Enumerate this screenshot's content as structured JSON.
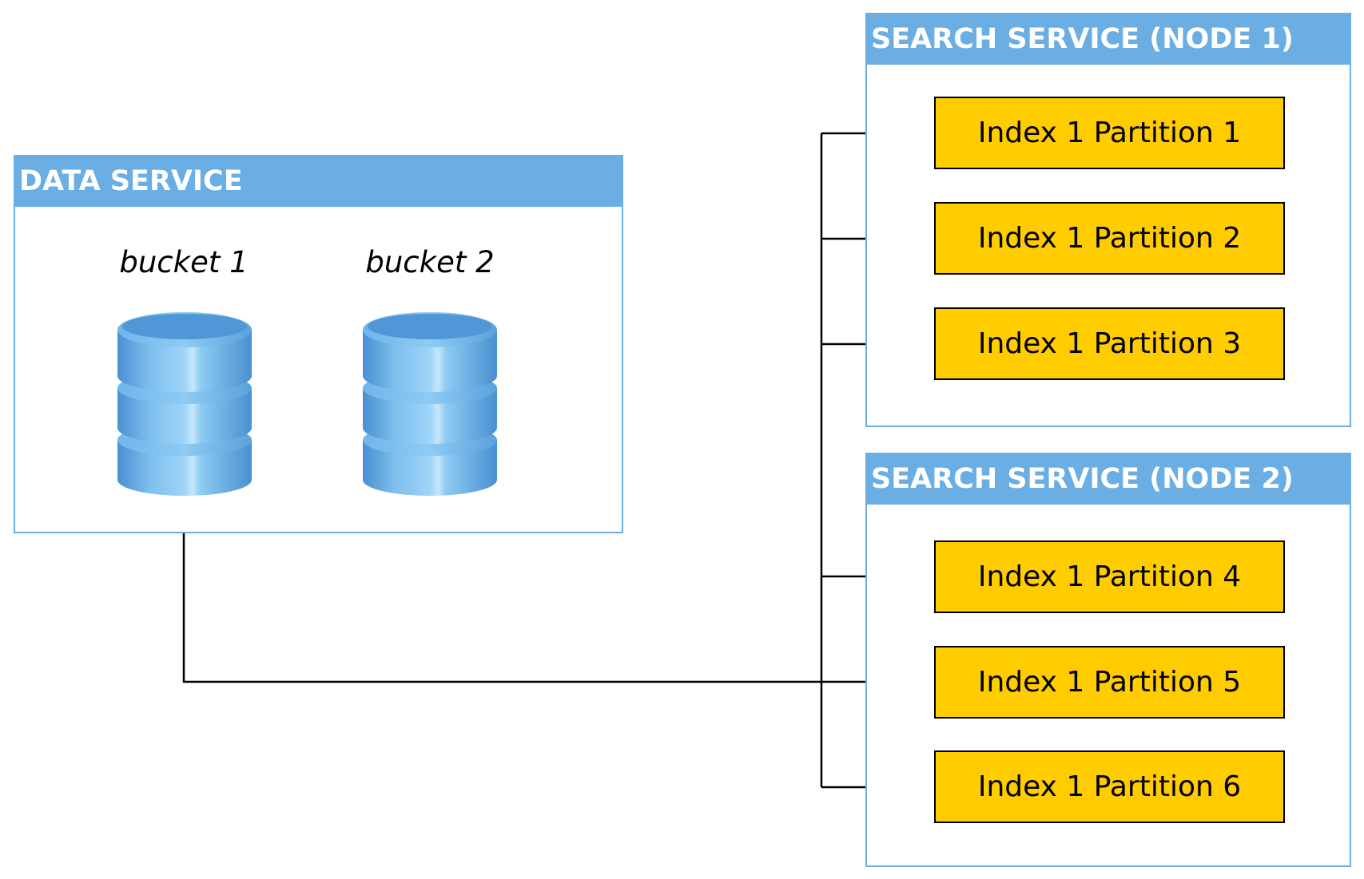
{
  "data_service": {
    "title": "DATA SERVICE",
    "buckets": [
      {
        "label": "bucket 1"
      },
      {
        "label": "bucket 2"
      }
    ]
  },
  "search_services": [
    {
      "title": "SEARCH SERVICE (NODE 1)",
      "partitions": [
        {
          "label": "Index 1 Partition 1"
        },
        {
          "label": "Index 1 Partition 2"
        },
        {
          "label": "Index 1 Partition 3"
        }
      ]
    },
    {
      "title": "SEARCH SERVICE (NODE 2)",
      "partitions": [
        {
          "label": "Index 1 Partition 4"
        },
        {
          "label": "Index 1 Partition 5"
        },
        {
          "label": "Index 1 Partition 6"
        }
      ]
    }
  ],
  "colors": {
    "panel_header": "#6aaee3",
    "panel_border": "#6aaee3",
    "partition_fill": "#ffcc00",
    "connector": "#000000"
  }
}
